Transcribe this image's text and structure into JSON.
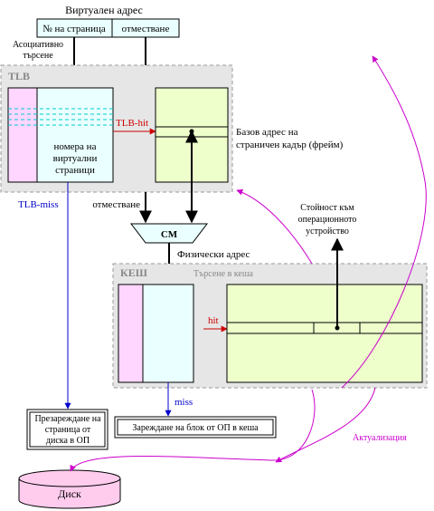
{
  "virtual_address": {
    "title": "Виртуален адрес",
    "page_no": "№ на страница",
    "offset": "отместване"
  },
  "labels": {
    "associative_search_l1": "Асоциативно",
    "associative_search_l2": "търсене",
    "tlb": "TLB",
    "tlb_pages_l1": "номера на",
    "tlb_pages_l2": "виртуални",
    "tlb_pages_l3": "страници",
    "tlb_hit": "TLB-hit",
    "base_addr_l1": "Базов адрес на",
    "base_addr_l2": "страничен кадър (фрейм)",
    "tlb_miss": "TLB-miss",
    "offset2": "отместване",
    "adder": "СМ",
    "physical_address": "Физически адрес",
    "value_l1": "Стойност към",
    "value_l2": "операционното",
    "value_l3": "устройство",
    "cache": "КЕШ",
    "cache_search": "Търсене в кеша",
    "hit": "hit",
    "miss": "miss",
    "page_load_l1": "Презареждане на",
    "page_load_l2": "страница от",
    "page_load_l3": "диска в ОП",
    "block_load": "Зареждане на блок от ОП в кеша",
    "disk": "Диск",
    "update": "Актуализация"
  },
  "colors": {
    "pink": "#ffd6ff",
    "cyan": "#eaffff",
    "lime": "#eeffcc",
    "panel": "#e6e6e6",
    "red": "#cc0000",
    "blue": "#0000cc",
    "magenta": "#cc00cc",
    "disk": "#ffccee"
  }
}
